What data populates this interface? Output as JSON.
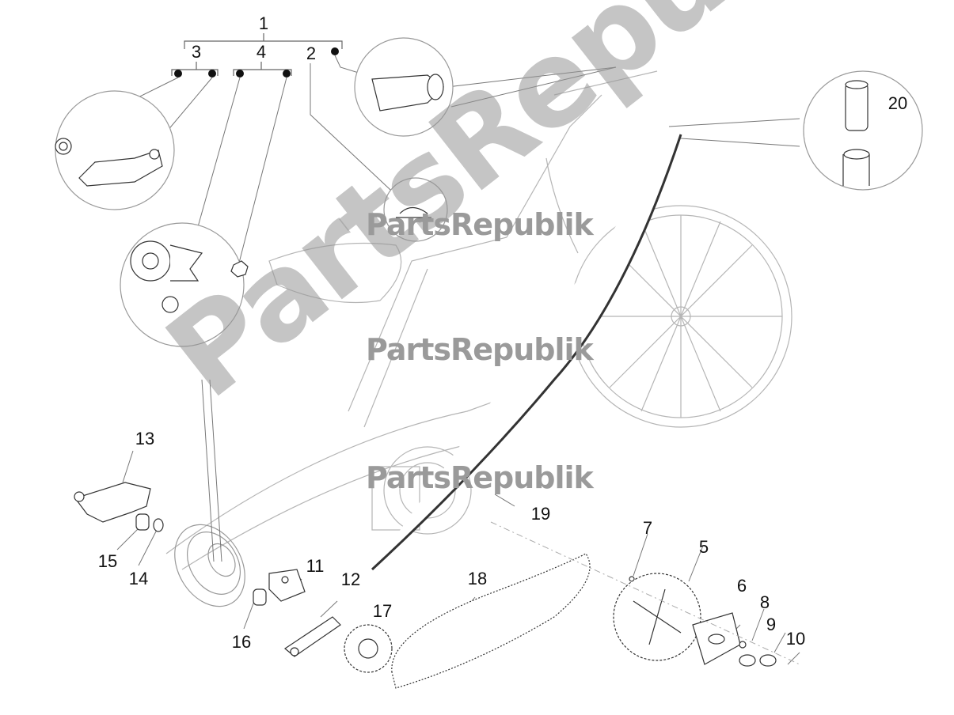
{
  "diagram": {
    "type": "exploded parts diagram",
    "subject": "Bicycle / moped transmission: belt drive, sprockets, tensioner and control cable",
    "background": "#ffffff",
    "line_color": "#555555"
  },
  "hierarchy": {
    "root": "1",
    "children": [
      "3",
      "4",
      "2"
    ],
    "groups": {
      "1": [
        "3",
        "4",
        "2"
      ],
      "3": [
        "bullet",
        "bullet"
      ],
      "4": [
        "bullet",
        "bullet"
      ]
    }
  },
  "labels": [
    {
      "id": "1",
      "text": "1"
    },
    {
      "id": "2",
      "text": "2"
    },
    {
      "id": "3",
      "text": "3"
    },
    {
      "id": "4",
      "text": "4"
    },
    {
      "id": "5",
      "text": "5"
    },
    {
      "id": "6",
      "text": "6"
    },
    {
      "id": "7",
      "text": "7"
    },
    {
      "id": "8",
      "text": "8"
    },
    {
      "id": "9",
      "text": "9"
    },
    {
      "id": "10",
      "text": "10"
    },
    {
      "id": "11",
      "text": "11"
    },
    {
      "id": "12",
      "text": "12"
    },
    {
      "id": "13",
      "text": "13"
    },
    {
      "id": "14",
      "text": "14"
    },
    {
      "id": "15",
      "text": "15"
    },
    {
      "id": "16",
      "text": "16"
    },
    {
      "id": "17",
      "text": "17"
    },
    {
      "id": "18",
      "text": "18"
    },
    {
      "id": "19",
      "text": "19"
    },
    {
      "id": "20",
      "text": "20"
    }
  ],
  "watermark": {
    "small_text": "PartsRepublik",
    "big_text": "PartsRepublik",
    "color": "#9a9a9a"
  }
}
